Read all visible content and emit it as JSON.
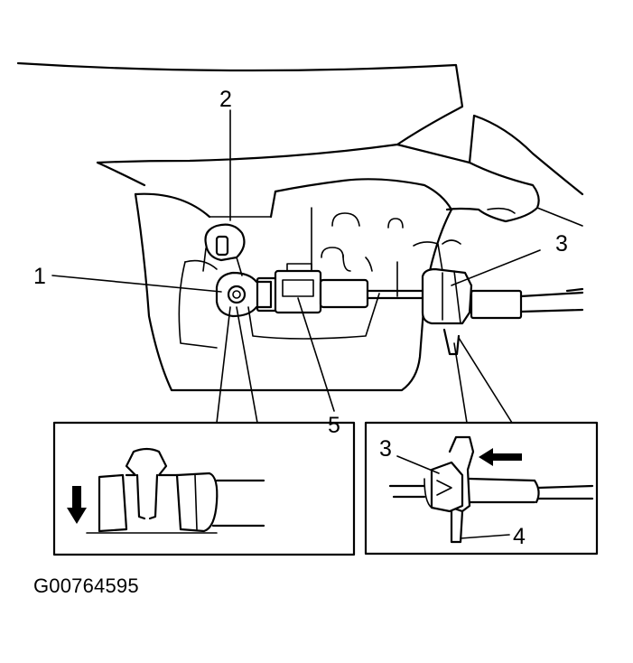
{
  "callouts": {
    "c1": "1",
    "c2": "2",
    "c3_main": "3",
    "c3_inset": "3",
    "c4": "4",
    "c5": "5"
  },
  "figure_code": "G00764595"
}
